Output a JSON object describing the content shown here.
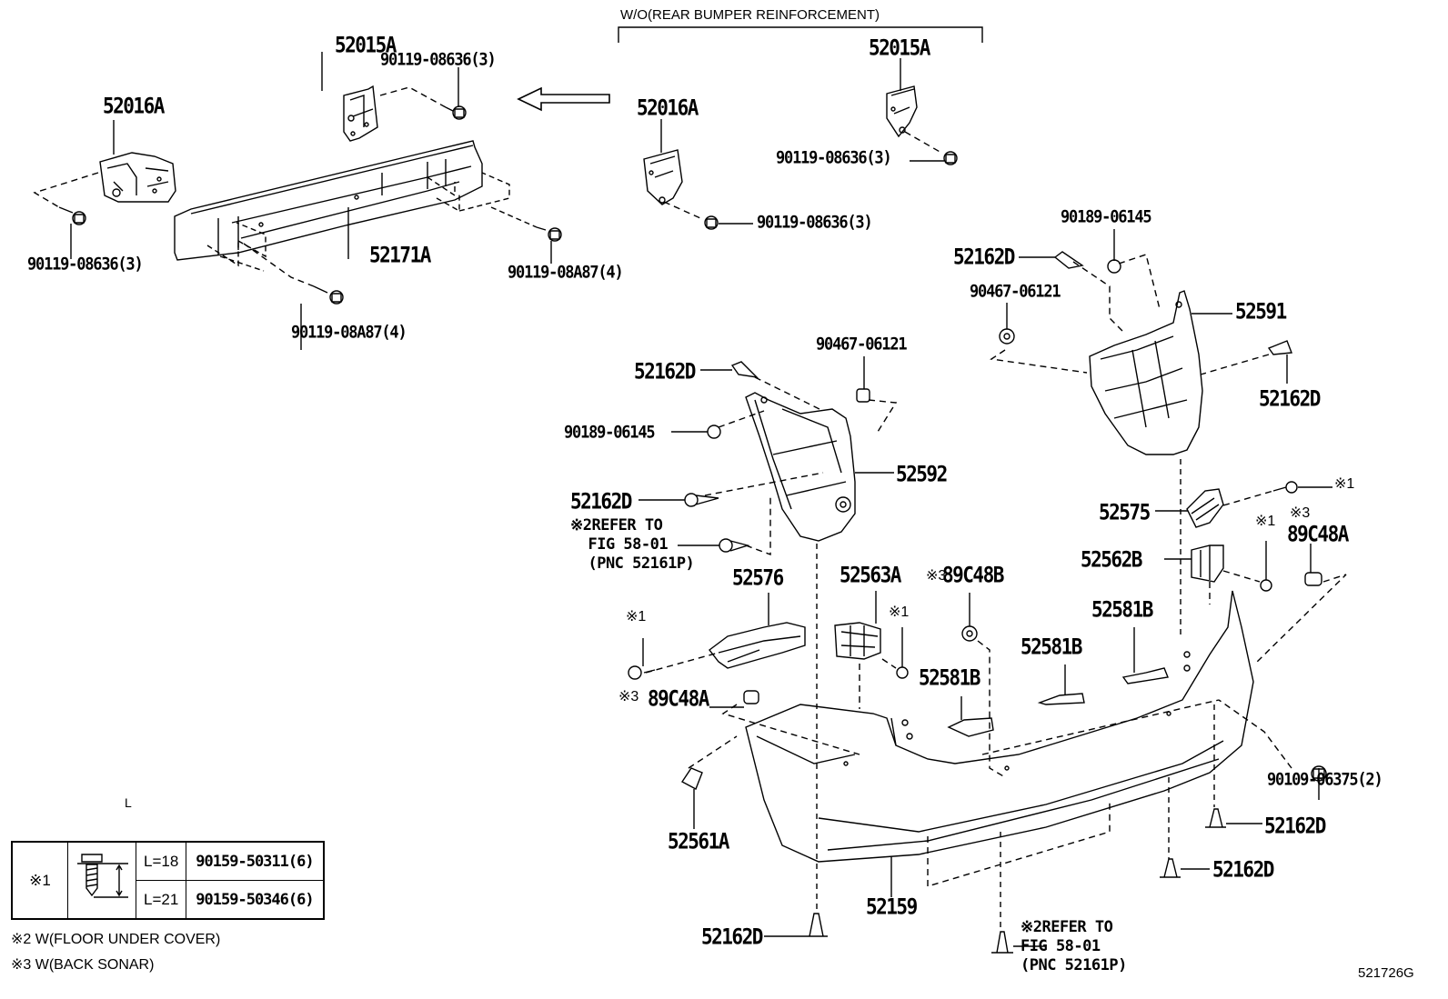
{
  "diagram": {
    "type": "exploded parts diagram",
    "figure_id": "521726G",
    "variant_note": "W/O(REAR BUMPER REINFORCEMENT)",
    "labels": {
      "p52016A_left": "52016A",
      "p52015A_left": "52015A",
      "bolt_52015A_left": "90119-08636(3)",
      "bolt_52016A_left": "90119-08636(3)",
      "p52171A": "52171A",
      "bolt_8A87_right": "90119-08A87(4)",
      "bolt_8A87_bottom": "90119-08A87(4)",
      "p52016A_right": "52016A",
      "p52015A_right": "52015A",
      "bolt_52015A_right": "90119-08636(3)",
      "bolt_52016A_right": "90119-08636(3)",
      "clip_90189_right": "90189-06145",
      "clip_52162D_r1": "52162D",
      "nut_90467_right": "90467-06121",
      "p52591": "52591",
      "clip_52162D_r2": "52162D",
      "nut_90467_left": "90467-06121",
      "clip_52162D_l1": "52162D",
      "clip_90189_left": "90189-06145",
      "p52592": "52592",
      "clip_52162D_l2": "52162D",
      "refer_left": "※2REFER TO\n  FIG 58-01\n  (PNC 52161P)",
      "p52575": "52575",
      "screw_mark_52575": "※1",
      "p52562B": "52562B",
      "screw_mark_52562B": "※1",
      "sonar_mark_right": "※3",
      "p89C48A_right": "89C48A",
      "p52576": "52576",
      "screw_mark_52576": "※1",
      "sonar_mark_left": "※3",
      "p89C48A_left": "89C48A",
      "p52563A": "52563A",
      "screw_mark_52563A": "※1",
      "sonar_mark_center": "※3",
      "p89C48B": "89C48B",
      "p52581B_a": "52581B",
      "p52581B_b": "52581B",
      "p52581B_c": "52581B",
      "bolt_90109": "90109-06375(2)",
      "p52561A": "52561A",
      "p52159": "52159",
      "clip_52162D_b1": "52162D",
      "clip_52162D_b2": "52162D",
      "clip_52162D_b3": "52162D",
      "refer_bottom": "※2REFER TO\nFIG 58-01\n(PNC 52161P)"
    },
    "legend": {
      "mark": "※1",
      "dimension_label": "L",
      "rows": [
        {
          "length": "L=18",
          "part_number": "90159-50311(6)"
        },
        {
          "length": "L=21",
          "part_number": "90159-50346(6)"
        }
      ]
    },
    "footnotes": [
      "※2 W(FLOOR UNDER COVER)",
      "※3 W(BACK SONAR)"
    ]
  }
}
